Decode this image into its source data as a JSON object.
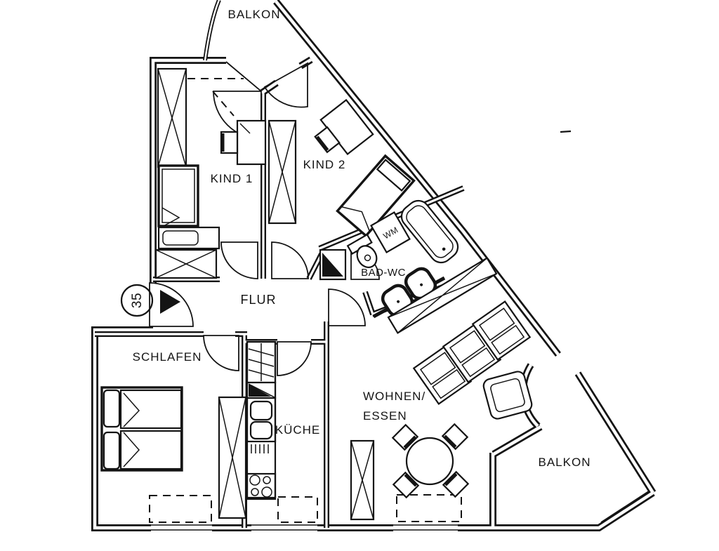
{
  "document": {
    "type": "apartment-floor-plan"
  },
  "colors": {
    "ink": "#141414",
    "paper": "#ffffff"
  },
  "rooms": {
    "balkon_top": {
      "label": "BALKON"
    },
    "kind1": {
      "label": "KIND 1"
    },
    "kind2": {
      "label": "KIND 2"
    },
    "bad_wc": {
      "label": "BAD-WC"
    },
    "flur": {
      "label": "FLUR"
    },
    "schlafen": {
      "label": "SCHLAFEN"
    },
    "kueche": {
      "label": "KÜCHE"
    },
    "wohnen_essen": {
      "label_line1": "WOHNEN/",
      "label_line2": "ESSEN"
    },
    "balkon_bottom": {
      "label": "BALKON"
    }
  },
  "annotations": {
    "unit_number": "35",
    "washing_machine": "WM"
  }
}
